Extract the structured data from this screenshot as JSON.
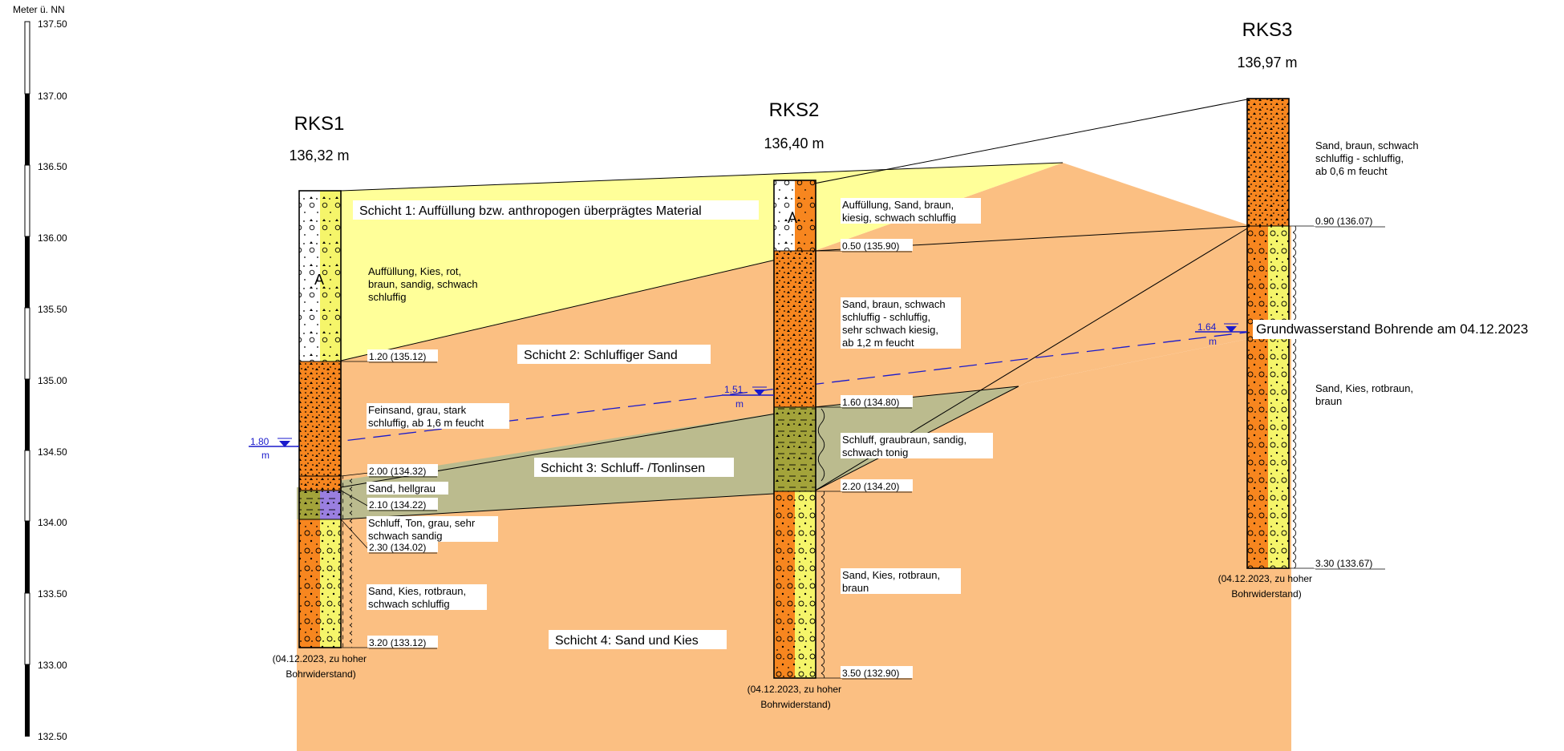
{
  "scale": {
    "title": "Meter ü. NN",
    "ticks": [
      "137.50",
      "137.00",
      "136.50",
      "136.00",
      "135.50",
      "135.00",
      "134.50",
      "134.00",
      "133.50",
      "133.00",
      "132.50"
    ]
  },
  "boreholes": [
    {
      "id": "RKS1",
      "name": "RKS1",
      "elevation": "136,32 m",
      "depth_labels": [
        "1.20 (135.12)",
        "2.00 (134.32)",
        "2.10 (134.22)",
        "2.30 (134.02)",
        "3.20 (133.12)"
      ],
      "descriptions": [
        [
          "Auffüllung, Kies, rot,",
          "braun, sandig, schwach",
          "schluffig"
        ],
        [
          "Feinsand, grau, stark",
          "schluffig, ab 1,6 m feucht"
        ],
        [
          "Sand, hellgrau"
        ],
        [
          "Schluff, Ton, grau, sehr",
          "schwach sandig"
        ],
        [
          "Sand, Kies, rotbraun,",
          "schwach schluffig"
        ]
      ],
      "water": {
        "depth": "1.80",
        "unit": "m"
      },
      "note": [
        "(04.12.2023, zu hoher",
        "Bohrwiderstand)"
      ],
      "fill_symbol": "A"
    },
    {
      "id": "RKS2",
      "name": "RKS2",
      "elevation": "136,40 m",
      "depth_labels": [
        "0.50 (135.90)",
        "1.60 (134.80)",
        "2.20 (134.20)",
        "3.50 (132.90)"
      ],
      "descriptions": [
        [
          "Auffüllung, Sand, braun,",
          "kiesig, schwach schluffig"
        ],
        [
          "Sand, braun, schwach",
          "schluffig - schluffig,",
          "sehr schwach kiesig,",
          "ab 1,2 m feucht"
        ],
        [
          "Schluff, graubraun, sandig,",
          "schwach tonig"
        ],
        [
          "Sand, Kies, rotbraun,",
          "braun"
        ]
      ],
      "water": {
        "depth": "1.51",
        "unit": "m"
      },
      "note": [
        "(04.12.2023, zu hoher",
        "Bohrwiderstand)"
      ],
      "fill_symbol": "A"
    },
    {
      "id": "RKS3",
      "name": "RKS3",
      "elevation": "136,97 m",
      "depth_labels": [
        "0.90 (136.07)",
        "3.30 (133.67)"
      ],
      "descriptions": [
        [
          "Sand, braun, schwach",
          "schluffig - schluffig,",
          "ab 0,6 m feucht"
        ],
        [
          "Sand, Kies, rotbraun,",
          "braun"
        ]
      ],
      "water": {
        "depth": "1.64",
        "unit": "m"
      },
      "note": [
        "(04.12.2023, zu hoher",
        "Bohrwiderstand)"
      ]
    }
  ],
  "layers": [
    {
      "label": "Schicht 1: Auffüllung bzw. anthropogen überprägtes Material",
      "color": "#ffff99"
    },
    {
      "label": "Schicht 2: Schluffiger Sand",
      "color": "#fbbf82"
    },
    {
      "label": "Schicht 3: Schluff- /Tonlinsen",
      "color": "#bbbb8e"
    },
    {
      "label": "Schicht 4: Sand und Kies",
      "color": "#fbbf82"
    }
  ],
  "groundwater_label": "Grundwasserstand Bohrende am 04.12.2023",
  "colors": {
    "orange": "#f7861f",
    "yellow": "#f5f56a",
    "olive": "#a3a33a",
    "violet": "#9a7fe0",
    "water": "#1a1acc"
  }
}
